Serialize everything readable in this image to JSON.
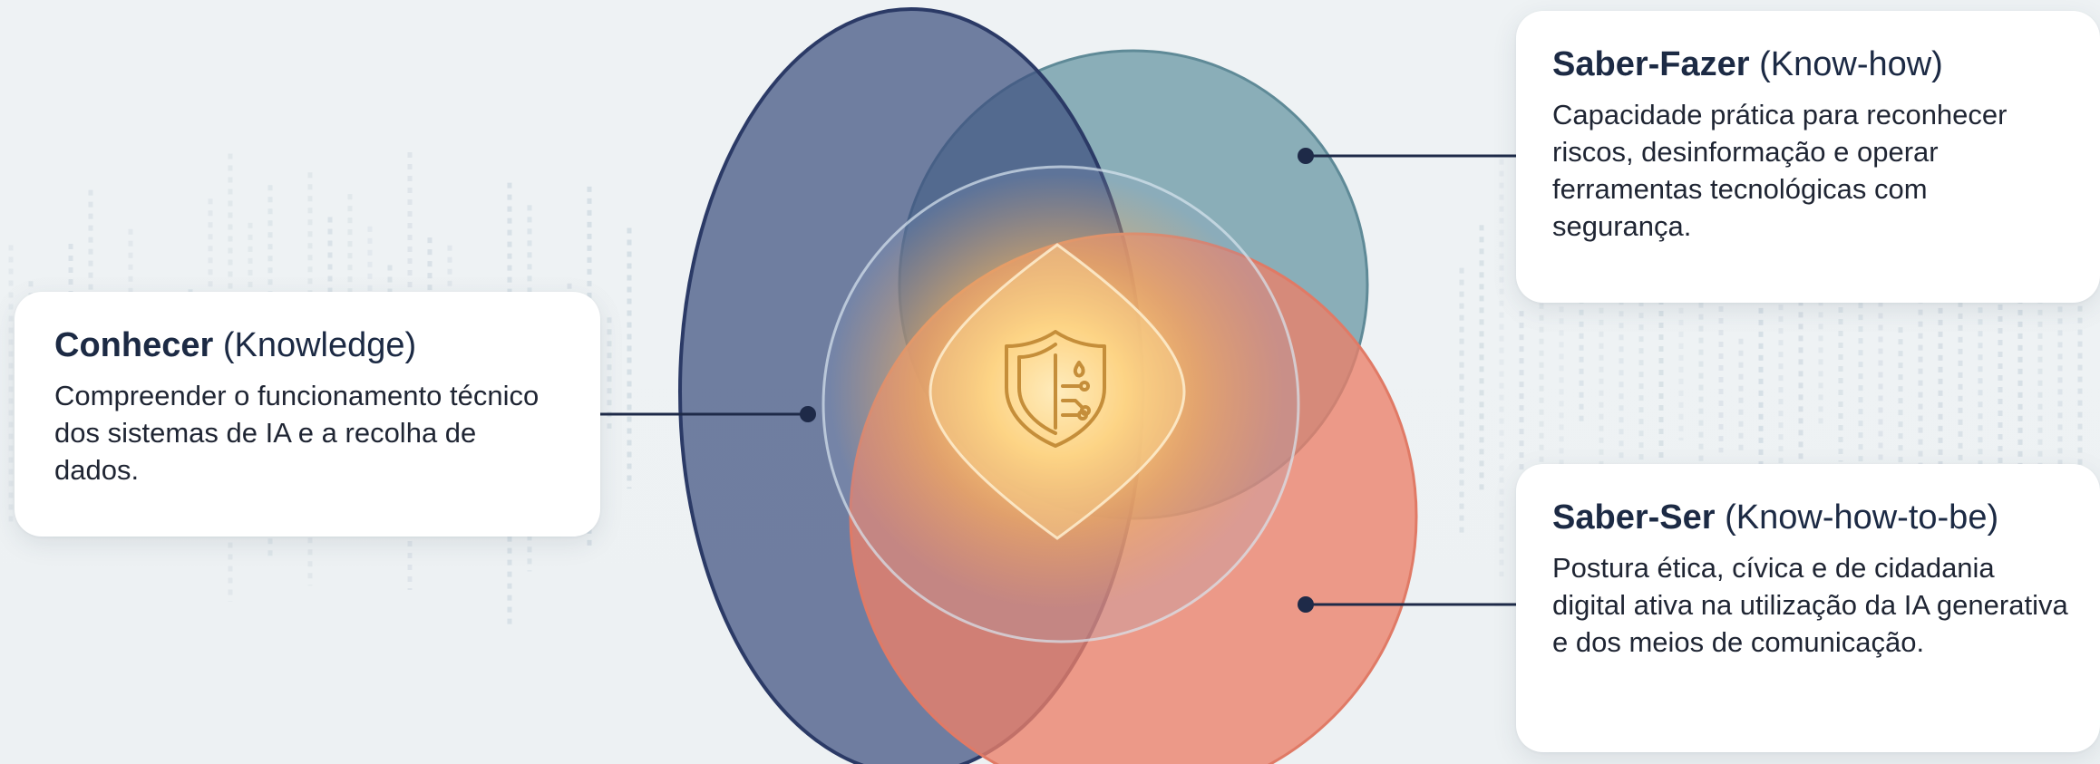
{
  "diagram": {
    "center_icon": "shield-circuit-icon",
    "colors": {
      "conhecer": "#3f5180",
      "saber_fazer": "#6e9ba6",
      "saber_ser": "#ec8069",
      "connector": "#1e2a48",
      "center_glow": "#ffc564"
    }
  },
  "cards": {
    "conhecer": {
      "title_bold": "Conhecer",
      "title_sub": "(Knowledge)",
      "description": "Compreender o funcionamento técnico dos sistemas de IA e a recolha de dados."
    },
    "saber_fazer": {
      "title_bold": "Saber-Fazer",
      "title_sub": "(Know-how)",
      "description": "Capacidade prática para reconhecer riscos, desinformação e operar ferramentas tecnológicas com segurança."
    },
    "saber_ser": {
      "title_bold": "Saber-Ser",
      "title_sub": "(Know-how-to-be)",
      "description": "Postura ética, cívica e de cidadania digital ativa na utilização da IA generativa e dos meios de comunicação."
    }
  }
}
